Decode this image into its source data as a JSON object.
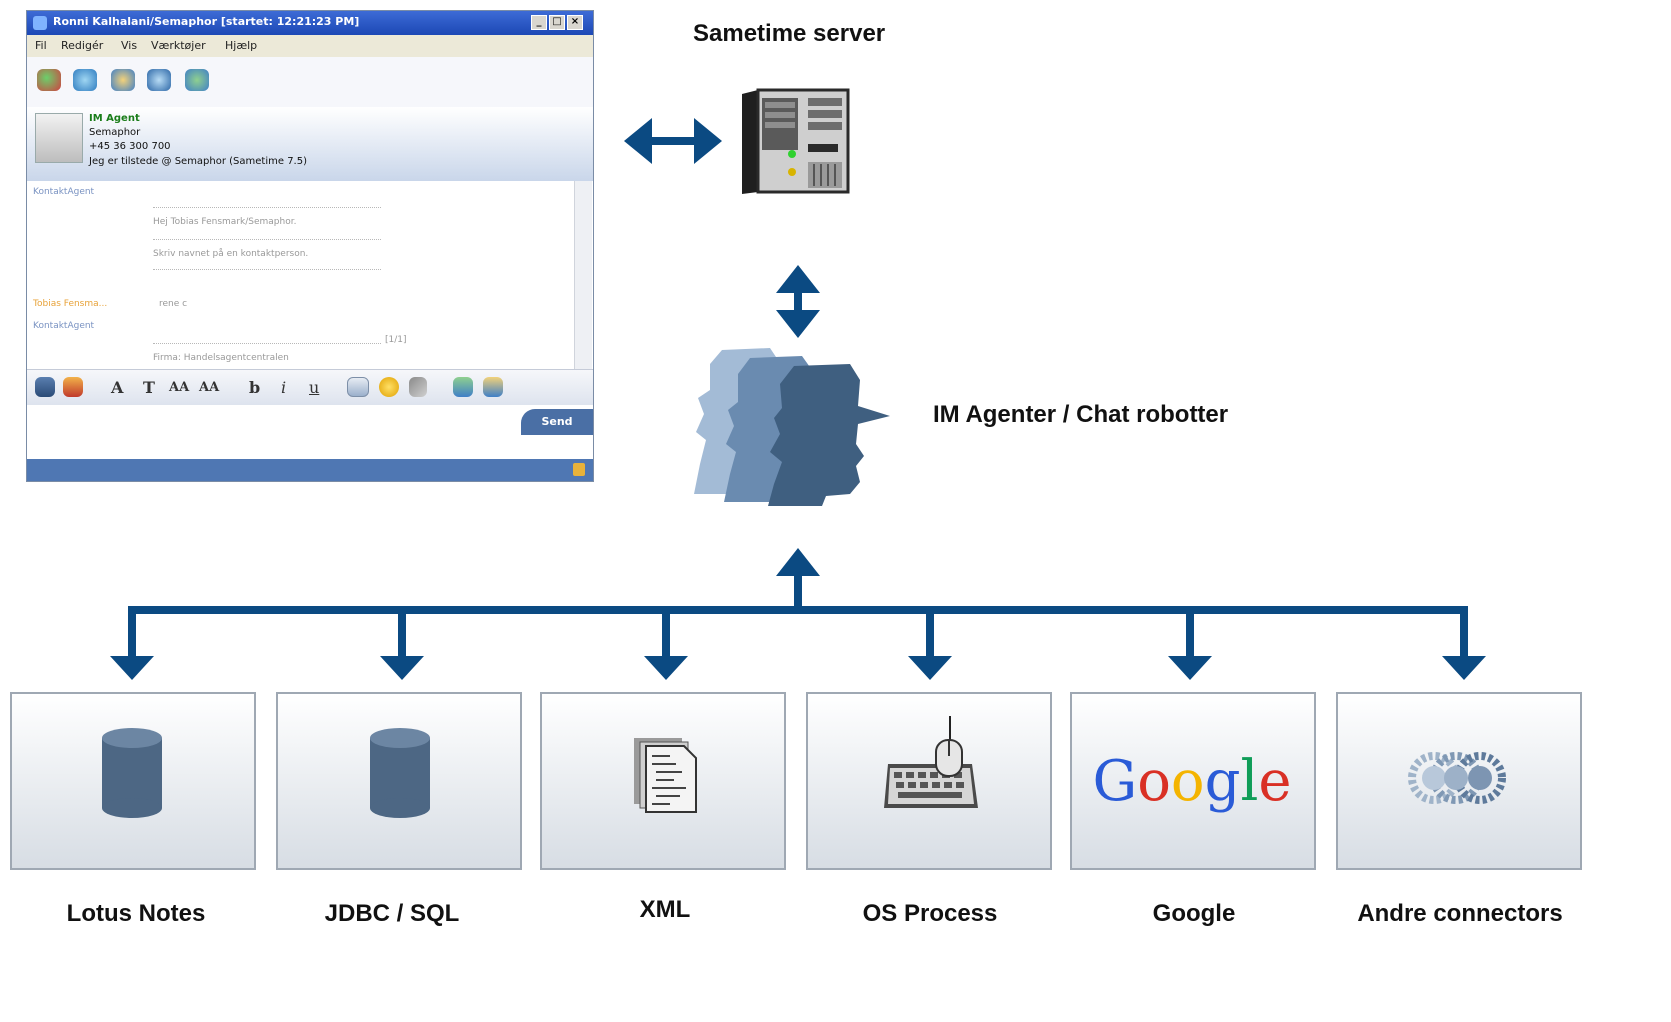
{
  "im_window": {
    "title": "Ronni Kalhalani/Semaphor [startet: 12:21:23 PM]",
    "window_buttons": [
      "_",
      "□",
      "×"
    ],
    "menu": [
      "Fil",
      "Redigér",
      "Vis",
      "Værktøjer",
      "Hjælp"
    ],
    "contact": {
      "name": "IM Agent",
      "company": "Semaphor",
      "phone": "+45 36 300 700",
      "status": "Jeg er tilstede @ Semaphor (Sametime 7.5)"
    },
    "chat": {
      "sender1": "KontaktAgent",
      "line1": "Hej Tobias Fensmark/Semaphor.",
      "line2": "Skriv navnet på en kontaktperson.",
      "sender2": "Tobias Fensma...",
      "reply": "rene c",
      "sender3": "KontaktAgent",
      "pager": "[1/1]",
      "line3": "Firma: Handelsagentcentralen"
    },
    "format_buttons": [
      "b",
      "i",
      "u"
    ],
    "send_label": "Send"
  },
  "server_label": "Sametime server",
  "agents_label": "IM Agenter / Chat robotter",
  "connectors": [
    {
      "label": "Lotus Notes",
      "icon": "database-icon"
    },
    {
      "label": "JDBC / SQL",
      "icon": "database-icon"
    },
    {
      "label": "XML",
      "icon": "document-icon"
    },
    {
      "label": "OS Process",
      "icon": "keyboard-mouse-icon"
    },
    {
      "label": "Google",
      "icon": "google-logo",
      "logo_text": "Google"
    },
    {
      "label": "Andre connectors",
      "icon": "gears-icon"
    }
  ],
  "colors": {
    "arrow": "#0b4a82",
    "database": "#4d6784",
    "agent_dark": "#3f5f80",
    "agent_mid": "#6a8bb0",
    "agent_light": "#a3bbd6",
    "box_border": "#9fa8b3"
  }
}
